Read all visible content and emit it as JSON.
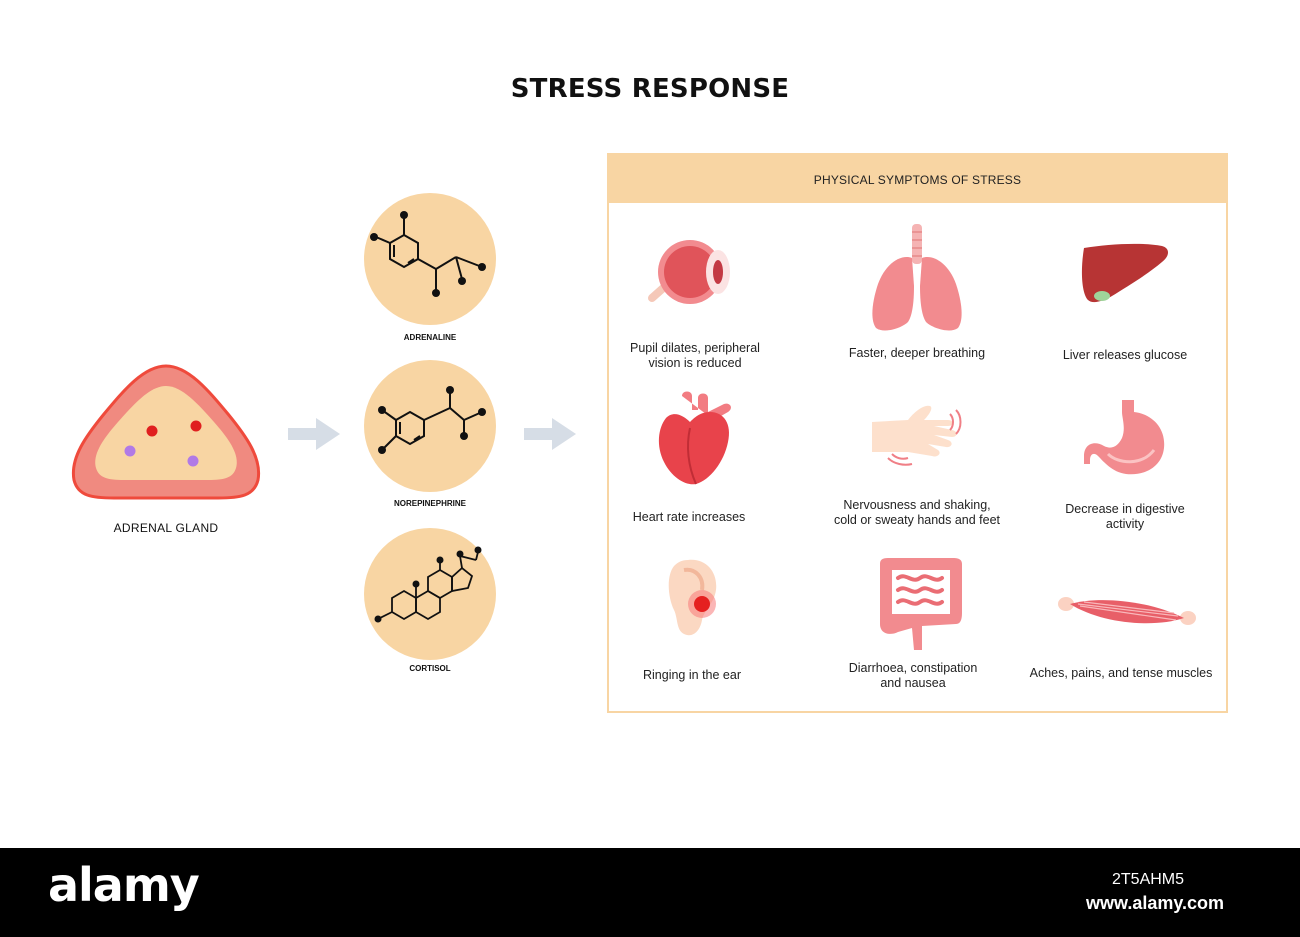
{
  "title": "STRESS RESPONSE",
  "gland": {
    "label": "ADRENAL GLAND"
  },
  "molecules": [
    {
      "label": "ADRENALINE"
    },
    {
      "label": "NOREPINEPHRINE"
    },
    {
      "label": "CORTISOL"
    }
  ],
  "panel": {
    "title": "PHYSICAL SYMPTOMS OF STRESS",
    "symptoms": [
      {
        "icon": "eye-icon",
        "text_lines": [
          "Pupil dilates, peripheral",
          "vision is reduced"
        ]
      },
      {
        "icon": "lungs-icon",
        "text_lines": [
          "Faster, deeper breathing"
        ]
      },
      {
        "icon": "liver-icon",
        "text_lines": [
          "Liver releases glucose"
        ]
      },
      {
        "icon": "heart-icon",
        "text_lines": [
          "Heart rate increases"
        ]
      },
      {
        "icon": "shaking-hand-icon",
        "text_lines": [
          "Nervousness and shaking,",
          "cold or sweaty hands and feet"
        ]
      },
      {
        "icon": "stomach-icon",
        "text_lines": [
          "Decrease in digestive",
          "activity"
        ]
      },
      {
        "icon": "ear-icon",
        "text_lines": [
          "Ringing in the ear"
        ]
      },
      {
        "icon": "intestines-icon",
        "text_lines": [
          "Diarrhoea, constipation",
          "and nausea"
        ]
      },
      {
        "icon": "muscle-icon",
        "text_lines": [
          "Aches, pains, and tense muscles"
        ]
      }
    ]
  },
  "colors": {
    "peach": "#f8d5a3",
    "gland_outer": "#ef4a3c",
    "gland_ring": "#f08a80",
    "gland_inner": "#f8d5a3",
    "red_dot": "#e01f1f",
    "purple_dot": "#b17ae6",
    "organ_pink": "#f28b8f",
    "arrow": "#d6dde6"
  },
  "watermark": {
    "brand": "alamy",
    "image_id": "2T5AHM5",
    "site": "www.alamy.com"
  }
}
